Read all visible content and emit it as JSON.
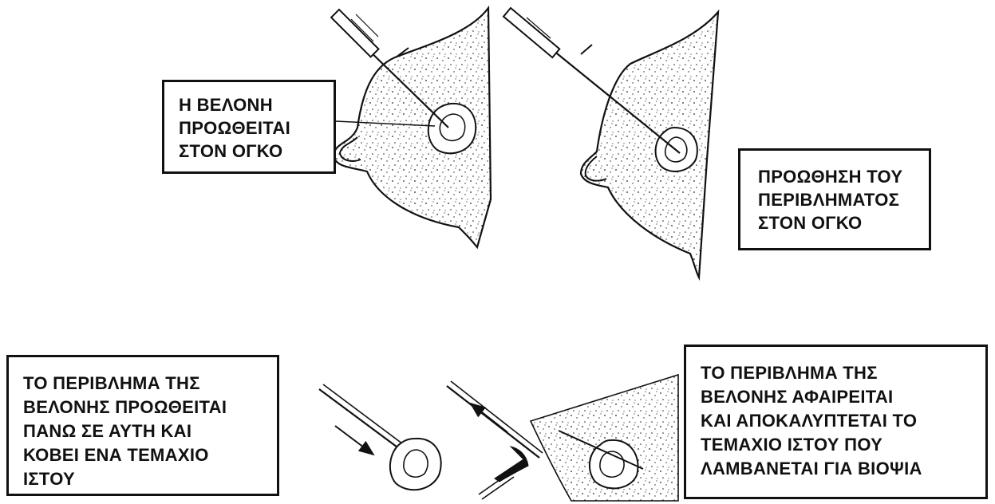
{
  "panels": [
    {
      "id": "needle-advanced",
      "label_lines": [
        "Η ΒΕΛΟΝΗ",
        "ΠΡΟΩΘΕΙΤΑΙ",
        "ΣΤΟΝ ΟΓΚΟ"
      ]
    },
    {
      "id": "sheath-advanced",
      "label_lines": [
        "ΠΡΟΩΘΗΣΗ ΤΟΥ",
        "ΠΕΡΙΒΛΗΜΑΤΟΣ",
        "ΣΤΟΝ ΟΓΚΟ"
      ]
    },
    {
      "id": "sheath-cuts",
      "label_lines": [
        "ΤΟ ΠΕΡΙΒΛΗΜΑ ΤΗΣ",
        "ΒΕΛΟΝΗΣ ΠΡΟΩΘΕΙΤΑΙ",
        "ΠΑΝΩ ΣΕ ΑΥΤΗ ΚΑΙ",
        "ΚΟΒΕΙ ΕΝΑ ΤΕΜΑΧΙΟ",
        "ΙΣΤΟΥ"
      ]
    },
    {
      "id": "sheath-removed",
      "label_lines": [
        "ΤΟ ΠΕΡΙΒΛΗΜΑ ΤΗΣ",
        "ΒΕΛΟΝΗΣ ΑΦΑΙΡΕΙΤΑΙ",
        "ΚΑΙ ΑΠΟΚΑΛΥΠΤΕΤΑΙ ΤΟ",
        "ΤΕΜΑΧΙΟ ΙΣΤΟΥ ΠΟΥ",
        "ΛΑΜΒΑΝΕΤΑΙ ΓΙΑ ΒΙΟΨΙΑ"
      ]
    }
  ],
  "colors": {
    "ink": "#111111",
    "paper": "#ffffff"
  }
}
